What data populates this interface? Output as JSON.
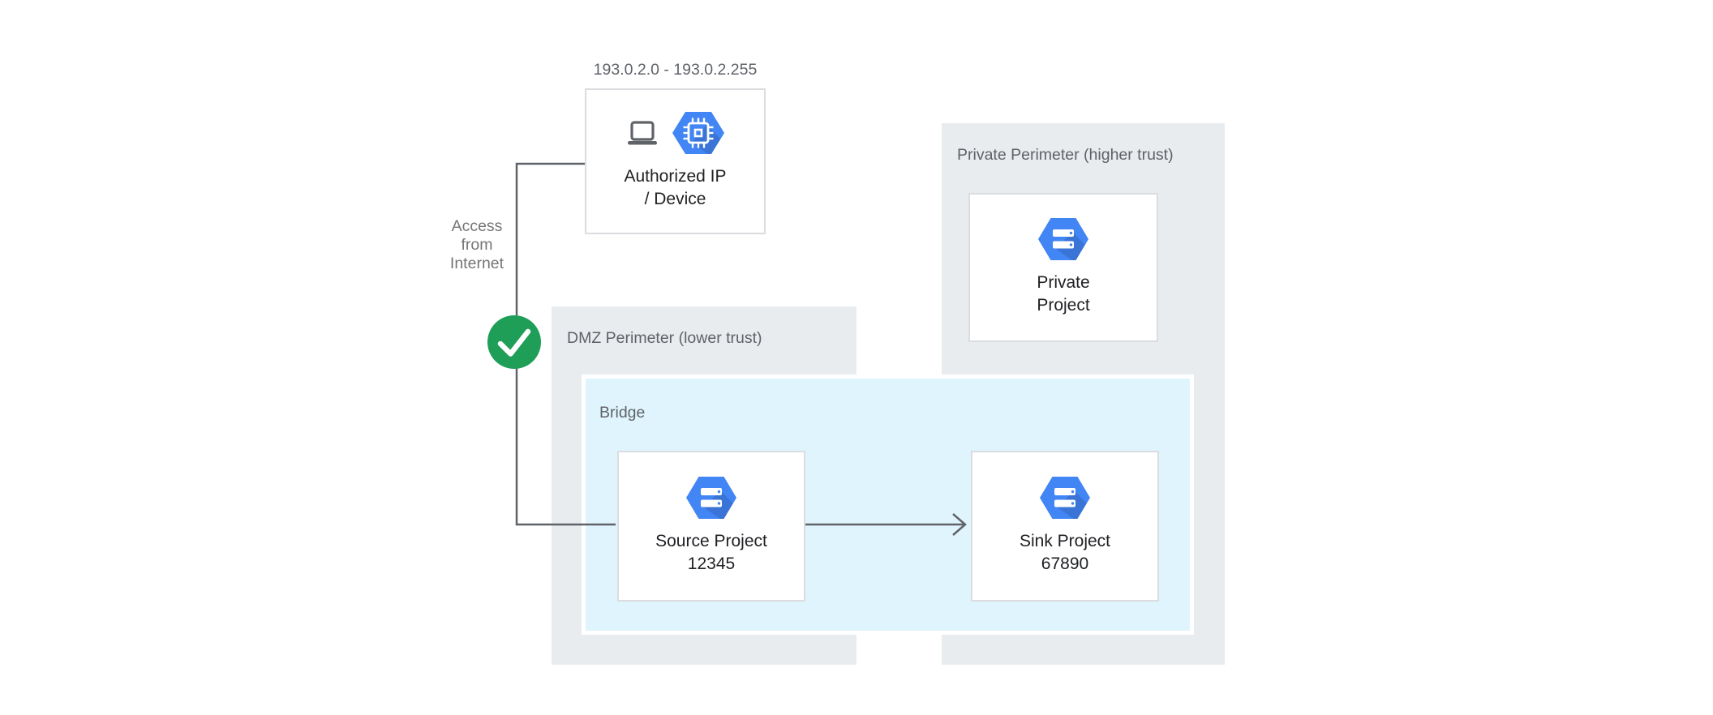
{
  "labels": {
    "ip_range": "193.0.2.0 - 193.0.2.255",
    "access": "Access\nfrom\nInternet"
  },
  "regions": {
    "dmz": {
      "label": "DMZ Perimeter (lower trust)"
    },
    "bridge": {
      "label": "Bridge"
    },
    "private_perimeter": {
      "label": "Private Perimeter (higher trust)"
    }
  },
  "nodes": {
    "authorized": {
      "label": "Authorized IP\n/ Device"
    },
    "source": {
      "label": "Source Project\n12345"
    },
    "sink": {
      "label": "Sink Project\n67890"
    },
    "private_project": {
      "label": "Private\nProject"
    }
  },
  "icons": {
    "laptop": "laptop-icon",
    "compute_chip": "compute-engine-hexagon-icon",
    "project": "project-hexagon-icon",
    "check": "check-icon"
  },
  "colors": {
    "hexagon_blue": "#4285f4",
    "check_green": "#1f9e58",
    "region_gray": "#e8ecef",
    "bridge_blue": "#e0f4fd",
    "line_gray": "#5f6368",
    "box_border": "#dadce0",
    "label_gray": "#5f6368",
    "text_dark": "#202124"
  }
}
